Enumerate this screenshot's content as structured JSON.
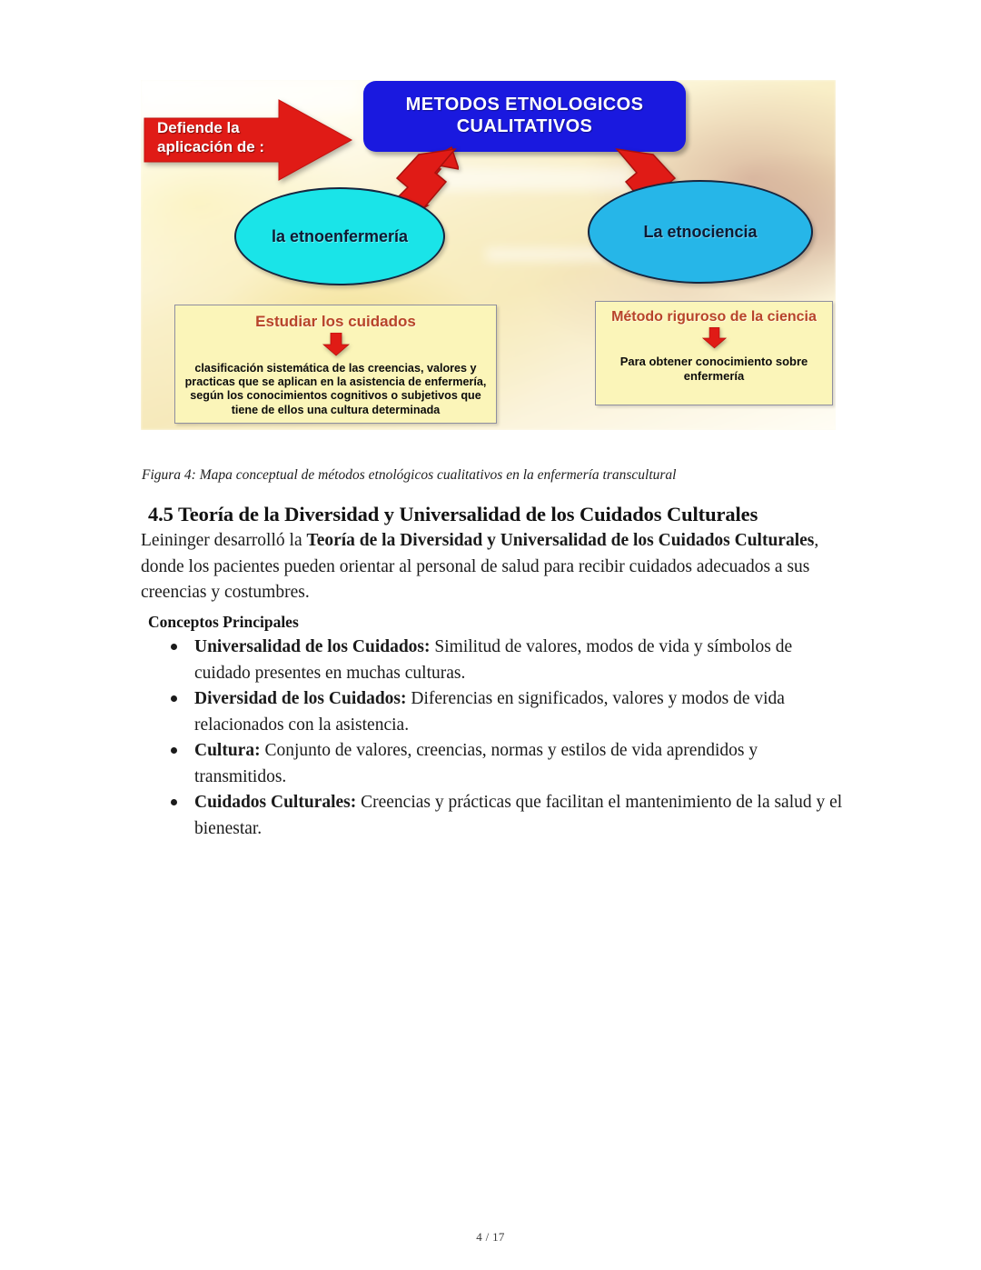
{
  "document": {
    "footer_page_label": "4 / 17"
  },
  "figure": {
    "caption": "Figura 4: Mapa conceptual de métodos etnológicos cualitativos en la enfermería transcultural",
    "diagram": {
      "title_box": "METODOS ETNOLOGICOS CUALITATIVOS",
      "left_arrow_label": "Defiende la aplicación de :",
      "ellipse_left": "la etnoenfermería",
      "ellipse_right": "La etnociencia",
      "box_left_header": "Estudiar los cuidados",
      "box_left_body": "clasificación sistemática de las creencias, valores y practicas que se aplican en la asistencia de enfermería, según los conocimientos cognitivos o subjetivos que tiene de ellos una cultura determinada",
      "box_right_header": "Método riguroso de la ciencia",
      "box_right_body": "Para obtener conocimiento sobre enfermería",
      "colors": {
        "title_box_fill": "#1a19df",
        "arrow_red": "#e01b16",
        "ellipse_left_fill": "#1ae4e8",
        "ellipse_right_fill": "#26b6e8",
        "box_fill": "#fbf5b9",
        "box_header_text": "#b8442a"
      }
    }
  },
  "section": {
    "heading": "4.5 Teoría de la Diversidad y Universalidad de los Cuidados Culturales",
    "paragraph": {
      "part1": "Leininger desarrolló la ",
      "bold1": "Teoría de la Diversidad y Universalidad de los Cuidados Culturales",
      "part2": ", donde los pacientes pueden orientar al personal de salud para recibir cuidados adecuados a sus creencias y costumbres."
    },
    "subheading": "Conceptos Principales",
    "bullets": [
      {
        "term": "Universalidad de los Cuidados:",
        "text": " Similitud de valores, modos de vida y símbolos de cuidado presentes en muchas culturas."
      },
      {
        "term": "Diversidad de los Cuidados:",
        "text": " Diferencias en significados, valores y modos de vida relacionados con la asistencia."
      },
      {
        "term": "Cultura:",
        "text": " Conjunto de valores, creencias, normas y estilos de vida aprendidos y transmitidos."
      },
      {
        "term": "Cuidados Culturales:",
        "text": " Creencias y prácticas que facilitan el mantenimiento de la salud y el bienestar."
      }
    ]
  }
}
